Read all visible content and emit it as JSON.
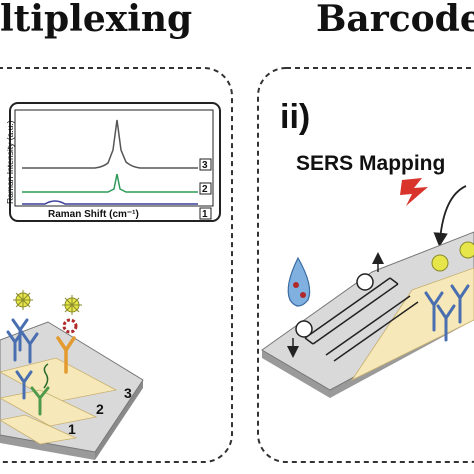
{
  "panels": {
    "left": {
      "title": "ltiplexing",
      "spectrum": {
        "ylabel": "Raman Intensity (a.u.)",
        "xlabel": "Raman Shift (cm⁻¹)",
        "traces": [
          {
            "label": "3",
            "color": "#555555"
          },
          {
            "label": "2",
            "color": "#2e9a58"
          },
          {
            "label": "1",
            "color": "#3a3f9a"
          }
        ]
      },
      "stripe_labels": [
        "3",
        "2",
        "1"
      ]
    },
    "right": {
      "title": "Barcode",
      "panel_label": "ii)",
      "technique_label": "SERS Mapping"
    }
  },
  "colors": {
    "frame": "#333333",
    "chip_top": "#d9d9d9",
    "chip_side": "#9a9a9a",
    "stripe": "#f6e8b8",
    "antibody_blue": "#4a6fb0",
    "antibody_green": "#4f9a4a",
    "antibody_orange": "#e39a2e",
    "nanoparticle": "#e6e64a",
    "lightning": "#d9342b",
    "droplet": "#7fb0e0"
  }
}
